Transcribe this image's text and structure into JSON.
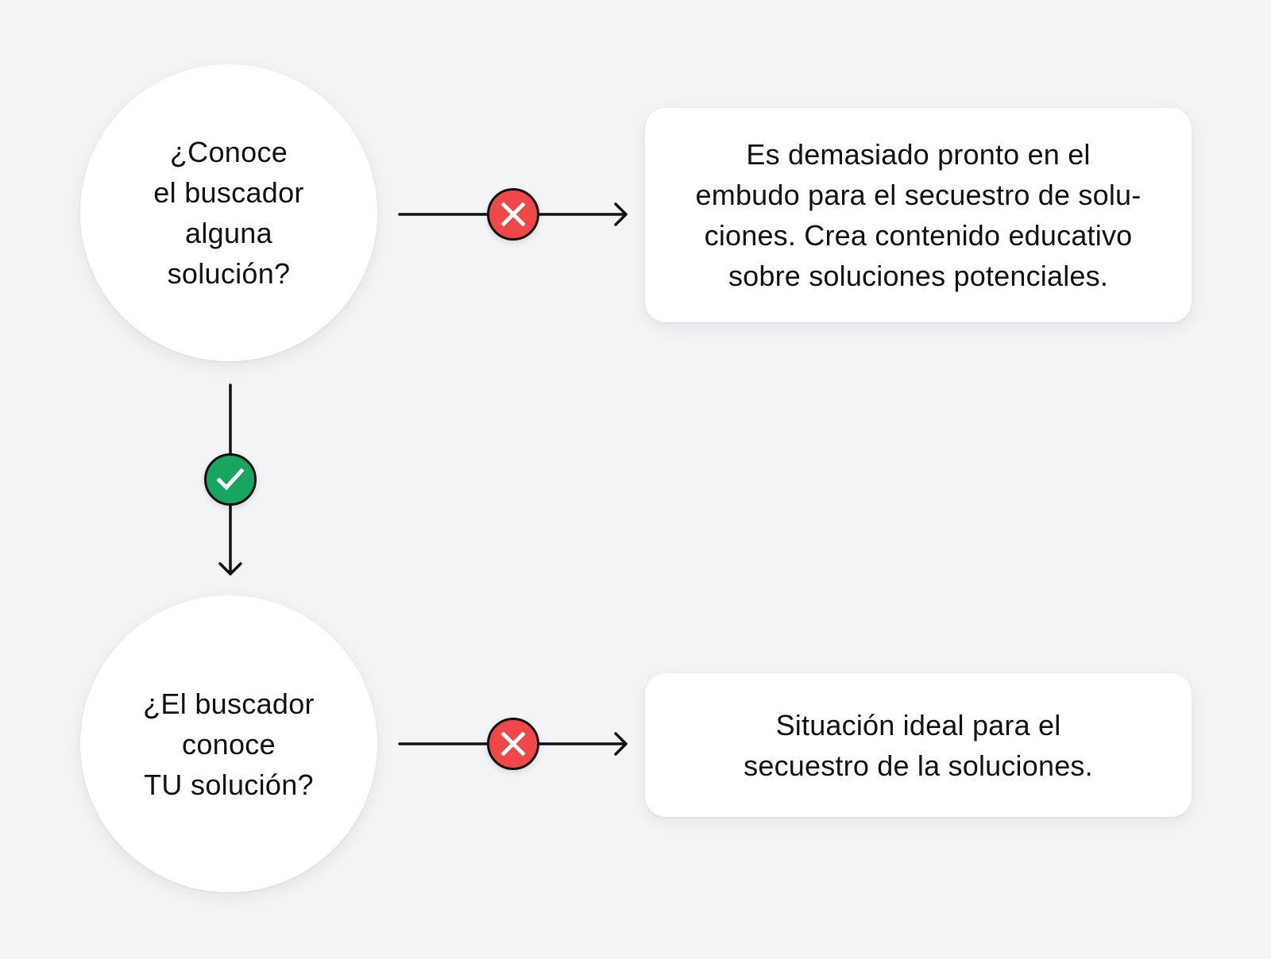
{
  "colors": {
    "background": "#f3f4f6",
    "node_fill": "#ffffff",
    "line": "#111111",
    "no_badge": "#f04848",
    "yes_badge": "#17a55f",
    "badge_glyph": "#ffffff"
  },
  "nodes": [
    {
      "id": "q1",
      "shape": "circle",
      "text": "¿Conoce\nel buscador\nalguna\nsolución?"
    },
    {
      "id": "q2",
      "shape": "circle",
      "text": "¿El buscador\nconoce\nTU solución?"
    }
  ],
  "outcomes": [
    {
      "id": "o1",
      "shape": "rounded-rect",
      "text": "Es demasiado pronto en el\nembudo para el secuestro de solu-\nciones. Crea contenido educativo\nsobre soluciones potenciales."
    },
    {
      "id": "o2",
      "shape": "rounded-rect",
      "text": "Situación ideal para el\nsecuestro de la soluciones."
    }
  ],
  "edges": [
    {
      "from": "q1",
      "to": "o1",
      "answer": "no",
      "icon": "x-icon"
    },
    {
      "from": "q1",
      "to": "q2",
      "answer": "yes",
      "icon": "check-icon"
    },
    {
      "from": "q2",
      "to": "o2",
      "answer": "no",
      "icon": "x-icon"
    }
  ]
}
